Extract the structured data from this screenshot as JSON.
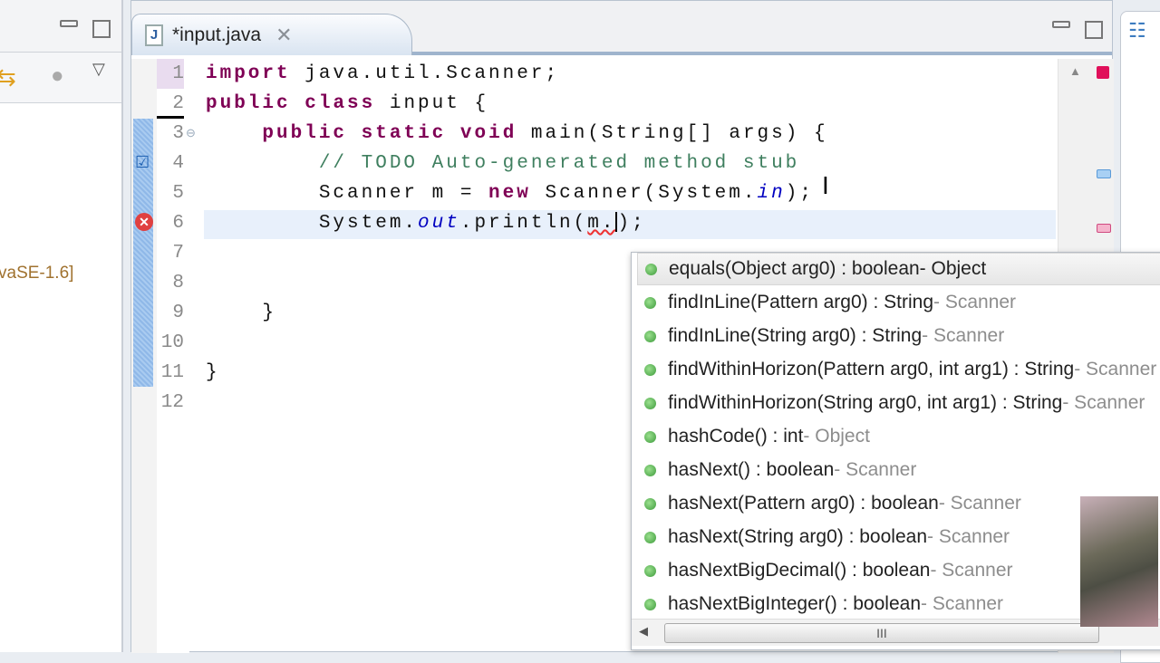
{
  "left_panel": {
    "text": "vaSE-1.6]"
  },
  "editor": {
    "tab_title": "*input.java",
    "line_numbers": [
      "1",
      "2",
      "3",
      "4",
      "5",
      "6",
      "7",
      "8",
      "9",
      "10",
      "11",
      "12"
    ],
    "code": {
      "l1_kw": "import",
      "l1_rest": " java.util.Scanner;",
      "l2_kw1": "public",
      "l2_kw2": "class",
      "l2_rest": " input {",
      "l3_indent": "    ",
      "l3_kw1": "public",
      "l3_kw2": "static",
      "l3_kw3": "void",
      "l3_rest": " main(String[] args) {",
      "l4": "        // TODO Auto-generated method stub",
      "l5_a": "        Scanner m = ",
      "l5_kw": "new",
      "l5_b": " Scanner(System.",
      "l5_in": "in",
      "l5_c": ");",
      "l6_a": "        System.",
      "l6_out": "out",
      "l6_b": ".println(",
      "l6_m": "m.",
      "l6_c": ");",
      "l9": "    }",
      "l11": "}"
    },
    "colors": {
      "keyword": "#7f0055",
      "comment": "#3f7f5f",
      "field": "#0000c0"
    }
  },
  "content_assist": {
    "items": [
      {
        "sig": "equals(Object arg0) : boolean",
        "decl": " - Object"
      },
      {
        "sig": "findInLine(Pattern arg0) : String",
        "decl": " - Scanner"
      },
      {
        "sig": "findInLine(String arg0) : String",
        "decl": " - Scanner"
      },
      {
        "sig": "findWithinHorizon(Pattern arg0, int arg1) : String",
        "decl": " - Scanner"
      },
      {
        "sig": "findWithinHorizon(String arg0, int arg1) : String",
        "decl": " - Scanner"
      },
      {
        "sig": "hashCode() : int",
        "decl": " - Object"
      },
      {
        "sig": "hasNext() : boolean",
        "decl": " - Scanner"
      },
      {
        "sig": "hasNext(Pattern arg0) : boolean",
        "decl": " - Scanner"
      },
      {
        "sig": "hasNext(String arg0) : boolean",
        "decl": " - Scanner"
      },
      {
        "sig": "hasNextBigDecimal() : boolean",
        "decl": " - Scanner"
      },
      {
        "sig": "hasNextBigInteger() : boolean",
        "decl": " - Scanner"
      }
    ],
    "scroll_grip": "III"
  }
}
